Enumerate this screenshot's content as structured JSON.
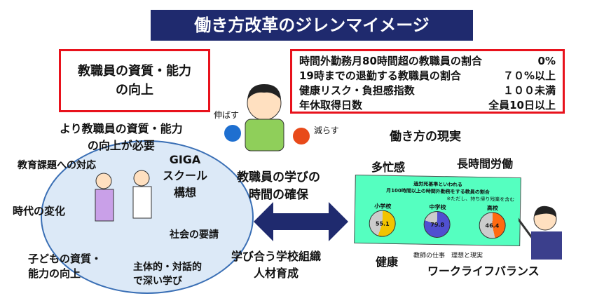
{
  "title": "働き方改革のジレンマイメージ",
  "left_box": {
    "line1": "教職員の資質・能力",
    "line2": "の向上"
  },
  "targets": [
    {
      "label": "時間外勤務月80時間超の教職員の割合",
      "value": "0%"
    },
    {
      "label": "19時までの退勤する教職員の割合",
      "value": "７０%以上"
    },
    {
      "label": "健康リスク・負担感指数",
      "value": "１００未満"
    },
    {
      "label": "年休取得日数",
      "value": "全員10日以上"
    }
  ],
  "center": {
    "stretch": "伸ばす",
    "reduce": "減らす",
    "need_line1": "より教職員の資質・能力",
    "need_line2": "の向上が必要",
    "time_line1": "教職員の学びの",
    "time_line2": "時間の確保",
    "org_line1": "学び合う学校組織",
    "org_line2": "人材育成"
  },
  "ellipse_items": {
    "issues": "教育課題への対応",
    "giga1": "GIGA",
    "giga2": "スクール",
    "giga3": "構想",
    "era": "時代の変化",
    "society": "社会の要請",
    "child1": "子どもの資質・",
    "child2": "能力の向上",
    "deep1": "主体的・対話的",
    "deep2": "で深い学び"
  },
  "reality": {
    "title": "働き方の現実",
    "busy": "多忙感",
    "long_hours": "長時間労働",
    "health": "健康",
    "wlb": "ワークライフバランス",
    "caption": "教師の仕事　理想と現実"
  },
  "board": {
    "line1": "過労死基準といわれる",
    "line2": "月100時間以上の時間外勤務をする教員の割合",
    "note": "※ただし、持ち帰り残業を含む",
    "pies": [
      {
        "label": "小学校",
        "value": "55.1",
        "color": "#f2c400"
      },
      {
        "label": "中学校",
        "value": "79.8",
        "color": "#5050d0"
      },
      {
        "label": "高校",
        "value": "46.4",
        "color": "#ff6a10"
      }
    ]
  },
  "colors": {
    "title_bg": "#1f2a6e",
    "red": "#e8121c",
    "arrow": "#1f2a6e",
    "board": "#55ffc0"
  }
}
